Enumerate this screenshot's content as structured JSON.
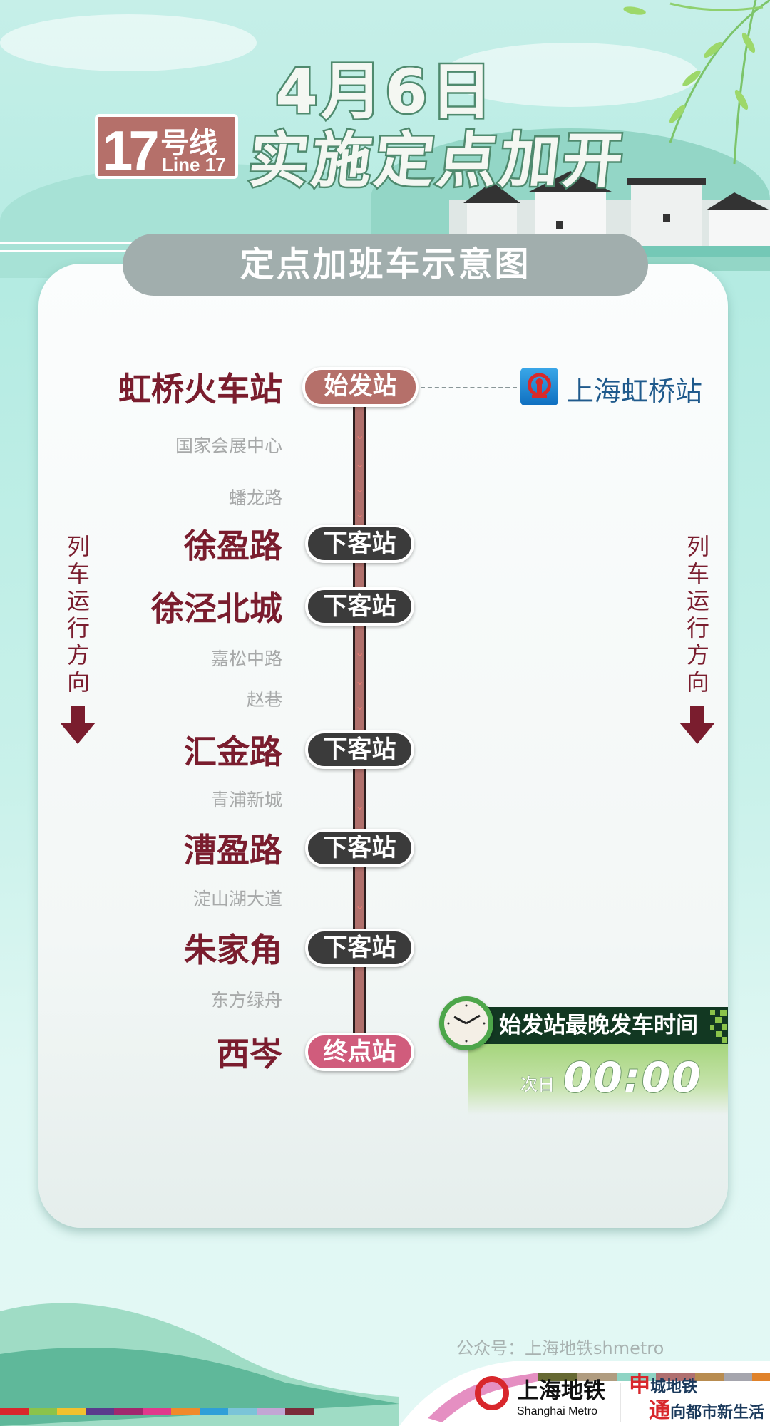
{
  "title": {
    "date": "4月6日",
    "headline": "实施定点加开"
  },
  "line_badge": {
    "number": "17",
    "suffix": "号线",
    "english": "Line 17"
  },
  "header": "定点加班车示意图",
  "direction_label": "列车运行方向",
  "stations": [
    {
      "name": "虹桥火车站",
      "major": true,
      "badge": "始发站",
      "badge_type": "start"
    },
    {
      "name": "国家会展中心",
      "major": false
    },
    {
      "name": "蟠龙路",
      "major": false
    },
    {
      "name": "徐盈路",
      "major": true,
      "badge": "下客站",
      "badge_type": "alight"
    },
    {
      "name": "徐泾北城",
      "major": true,
      "badge": "下客站",
      "badge_type": "alight"
    },
    {
      "name": "嘉松中路",
      "major": false
    },
    {
      "name": "赵巷",
      "major": false
    },
    {
      "name": "汇金路",
      "major": true,
      "badge": "下客站",
      "badge_type": "alight"
    },
    {
      "name": "青浦新城",
      "major": false
    },
    {
      "name": "漕盈路",
      "major": true,
      "badge": "下客站",
      "badge_type": "alight"
    },
    {
      "name": "淀山湖大道",
      "major": false
    },
    {
      "name": "朱家角",
      "major": true,
      "badge": "下客站",
      "badge_type": "alight"
    },
    {
      "name": "东方绿舟",
      "major": false
    },
    {
      "name": "西岑",
      "major": true,
      "badge": "终点站",
      "badge_type": "end"
    }
  ],
  "railway_transfer": {
    "name": "上海虹桥站",
    "icon": "china-railway-icon"
  },
  "last_departure": {
    "label": "始发站最晚发车时间",
    "prefix": "次日",
    "time": "00:00"
  },
  "footer": {
    "logo_cn": "上海地铁",
    "logo_en": "Shanghai Metro",
    "slogan_line1_big": "申",
    "slogan_line1": "城地铁",
    "slogan_line2_big": "通",
    "slogan_line2": "向都市新生活",
    "watermark": "公众号：上海地铁shmetro"
  },
  "colors": {
    "line17": "#b5706a",
    "station_text": "#7a1d2e",
    "alight_badge": "#3b3b3b",
    "end_badge": "#d05c7c",
    "title_stroke": "#4f8a6e"
  }
}
